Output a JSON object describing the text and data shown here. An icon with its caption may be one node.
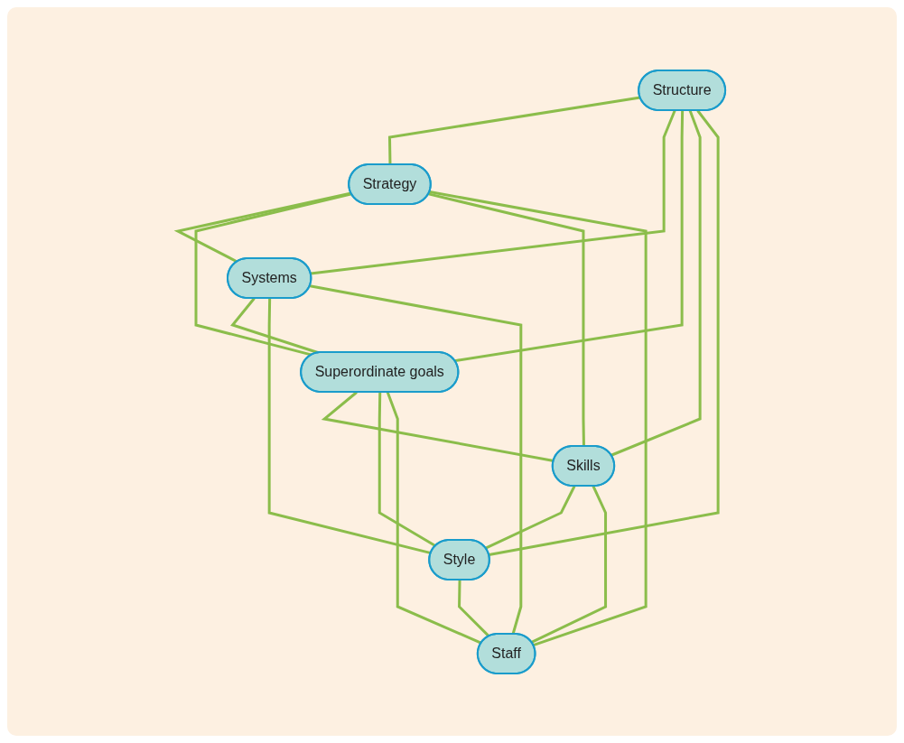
{
  "diagram": {
    "nodes": [
      {
        "text": [
          "Structure"
        ]
      },
      {
        "text": [
          "Strategy"
        ]
      },
      {
        "text": [
          "Systems"
        ]
      },
      {
        "text": [
          "Superordinate goals"
        ]
      },
      {
        "text": [
          "Skills"
        ]
      },
      {
        "text": [
          "Style"
        ]
      },
      {
        "text": [
          "Staff"
        ]
      }
    ],
    "edges": [
      {
        "from": 0,
        "to": 1,
        "arrow": "none"
      },
      {
        "from": 0,
        "to": 2,
        "arrow": "none"
      },
      {
        "from": 0,
        "to": 3,
        "arrow": "none"
      },
      {
        "from": 0,
        "to": 4,
        "arrow": "none"
      },
      {
        "from": 0,
        "to": 5,
        "arrow": "none"
      },
      {
        "from": 1,
        "to": 2,
        "arrow": "none"
      },
      {
        "from": 1,
        "to": 3,
        "arrow": "none"
      },
      {
        "from": 1,
        "to": 4,
        "arrow": "none"
      },
      {
        "from": 1,
        "to": 6,
        "arrow": "none"
      },
      {
        "from": 2,
        "to": 3,
        "arrow": "none"
      },
      {
        "from": 2,
        "to": 5,
        "arrow": "none"
      },
      {
        "from": 2,
        "to": 6,
        "arrow": "none"
      },
      {
        "from": 3,
        "to": 4,
        "arrow": "none"
      },
      {
        "from": 3,
        "to": 5,
        "arrow": "none"
      },
      {
        "from": 3,
        "to": 6,
        "arrow": "none"
      },
      {
        "from": 4,
        "to": 5,
        "arrow": "none"
      },
      {
        "from": 4,
        "to": 6,
        "arrow": "none"
      },
      {
        "from": 5,
        "to": 6,
        "arrow": "none"
      }
    ]
  }
}
